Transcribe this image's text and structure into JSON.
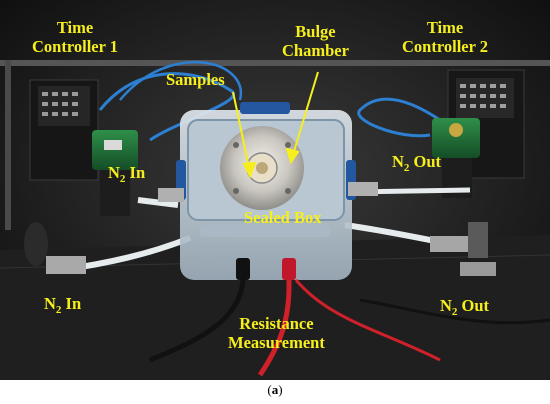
{
  "labels": {
    "time_controller_1": [
      "Time",
      "Controller 1"
    ],
    "time_controller_2": [
      "Time",
      "Controller 2"
    ],
    "bulge_chamber": [
      "Bulge",
      "Chamber"
    ],
    "samples": "Samples",
    "sealed_box": "Sealed Box",
    "n2_in_upper": {
      "main": "N",
      "sub": "2",
      "rest": " In"
    },
    "n2_out_upper": {
      "main": "N",
      "sub": "2",
      "rest": " Out"
    },
    "n2_in_lower": {
      "main": "N",
      "sub": "2",
      "rest": " In"
    },
    "n2_out_lower": {
      "main": "N",
      "sub": "2",
      "rest": " Out"
    },
    "resistance_measurement": [
      "Resistance",
      "Measurement"
    ]
  },
  "caption": {
    "open": "(",
    "letter": "a",
    "close": ")"
  },
  "colors": {
    "label": "#f6ef1c",
    "box": "#c9d4dc",
    "background": "#1b1b1b",
    "table": "#2a2a2a",
    "cable_blue": "#2d7fd1",
    "cable_red": "#d0202a",
    "tube_white": "#e6ebee"
  }
}
